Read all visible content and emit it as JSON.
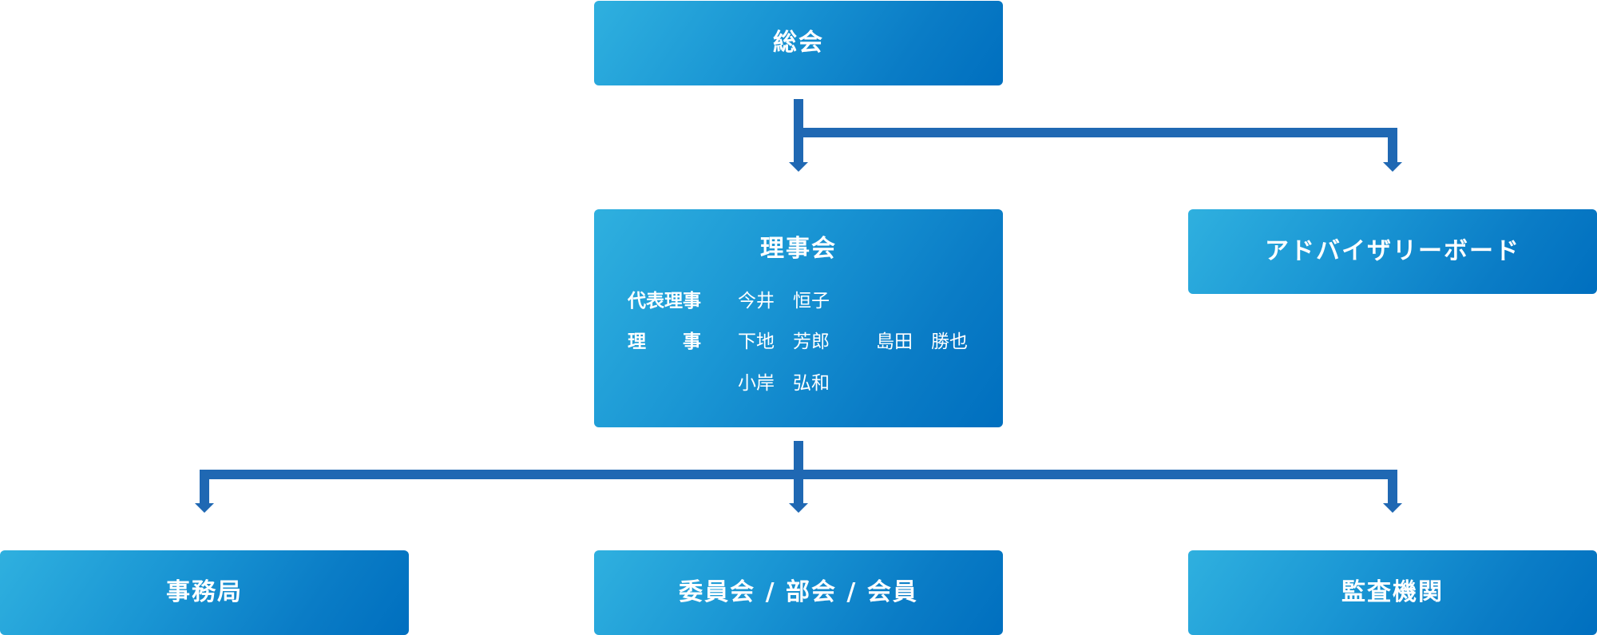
{
  "nodes": {
    "general_assembly": "総会",
    "board": "理事会",
    "advisory_board": "アドバイザリーボード",
    "secretariat": "事務局",
    "committees": "委員会 / 部会 / 会員",
    "audit": "監査機関"
  },
  "board_members": {
    "representative_role": "代表理事",
    "representative": "今井　恒子",
    "director_role": "理　　事",
    "directors": [
      "下地　芳郎",
      "島田　勝也",
      "小岸　弘和"
    ]
  },
  "colors": {
    "connector": "#1f68b3",
    "box_start": "#2fb0df",
    "box_end": "#006fbf",
    "text": "#ffffff"
  }
}
